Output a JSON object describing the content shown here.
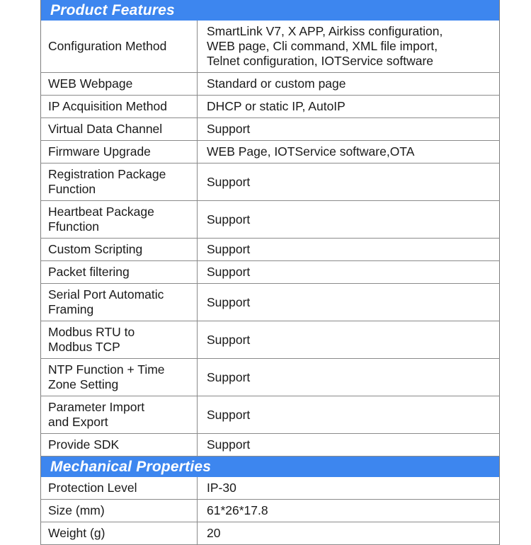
{
  "theme": {
    "accent": "#3d86ef",
    "accent_text": "#ffffff",
    "border": "#8a8a8a",
    "text": "#1a1a1a",
    "background": "#ffffff"
  },
  "sections": [
    {
      "title": "Product Features",
      "rows": [
        {
          "label": "Configuration Method",
          "value": "SmartLink V7, X APP, Airkiss configuration,\nWEB page, Cli command, XML file import,\nTelnet configuration, IOTService software"
        },
        {
          "label": "WEB Webpage",
          "value": "Standard or custom page"
        },
        {
          "label": "IP Acquisition Method",
          "value": "DHCP or static IP, AutoIP"
        },
        {
          "label": "Virtual Data Channel",
          "value": "Support"
        },
        {
          "label": "Firmware Upgrade",
          "value": "WEB Page, IOTService software,OTA"
        },
        {
          "label": "Registration Package\nFunction",
          "value": "Support"
        },
        {
          "label": "Heartbeat Package\nFfunction",
          "value": "Support"
        },
        {
          "label": "Custom Scripting",
          "value": "Support"
        },
        {
          "label": "Packet filtering",
          "value": "Support"
        },
        {
          "label": "Serial Port Automatic\nFraming",
          "value": "Support"
        },
        {
          "label": "Modbus RTU to\nModbus TCP",
          "value": "Support"
        },
        {
          "label": "NTP Function + Time\nZone Setting",
          "value": "Support"
        },
        {
          "label": "Parameter Import\nand Export",
          "value": "Support"
        },
        {
          "label": "Provide SDK",
          "value": "Support"
        }
      ]
    },
    {
      "title": "Mechanical Properties",
      "rows": [
        {
          "label": "Protection Level",
          "value": "IP-30"
        },
        {
          "label": "Size (mm)",
          "value": "61*26*17.8"
        },
        {
          "label": "Weight (g)",
          "value": "20"
        }
      ]
    }
  ]
}
